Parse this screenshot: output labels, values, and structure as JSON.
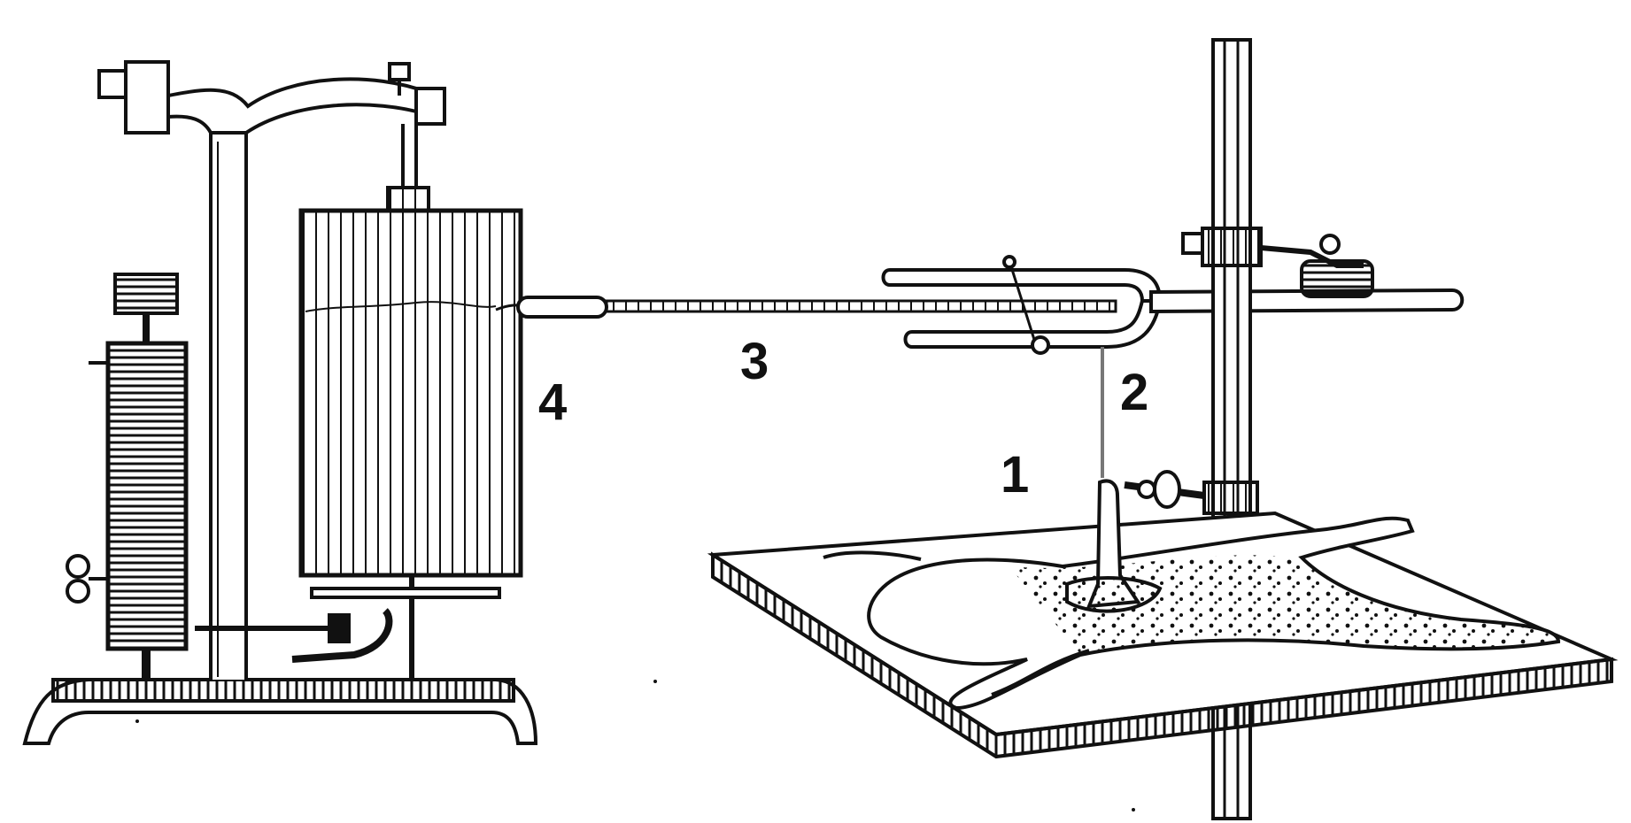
{
  "labels": {
    "one": "1",
    "two": "2",
    "three": "3",
    "four": "4"
  },
  "colors": {
    "ink": "#111111",
    "paper": "#ffffff",
    "thread": "#777777"
  }
}
